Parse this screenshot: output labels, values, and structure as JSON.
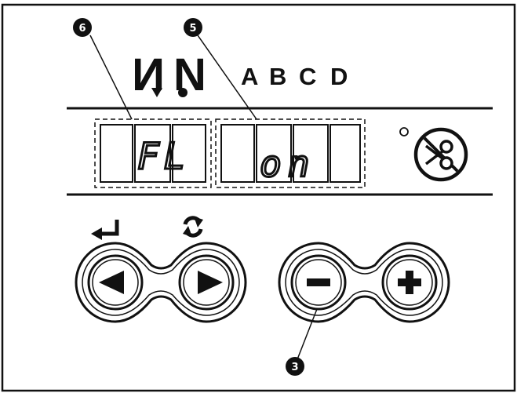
{
  "callouts": {
    "display_left": "6",
    "display_right": "5",
    "minus_button": "3"
  },
  "mode_symbols": {
    "first": "N",
    "second": "N"
  },
  "mode_letters": [
    "A",
    "B",
    "C",
    "D"
  ],
  "display": {
    "left_text": "FL",
    "right_text": "on"
  },
  "icons": {
    "enter": "enter-arrow-icon",
    "reset": "rotate-icon",
    "thread_trim": "scissors-icon",
    "left_arrow": "triangle-left-icon",
    "right_arrow": "triangle-right-icon",
    "minus": "minus-icon",
    "plus": "plus-icon"
  },
  "colors": {
    "ink": "#111111",
    "background": "#ffffff"
  }
}
